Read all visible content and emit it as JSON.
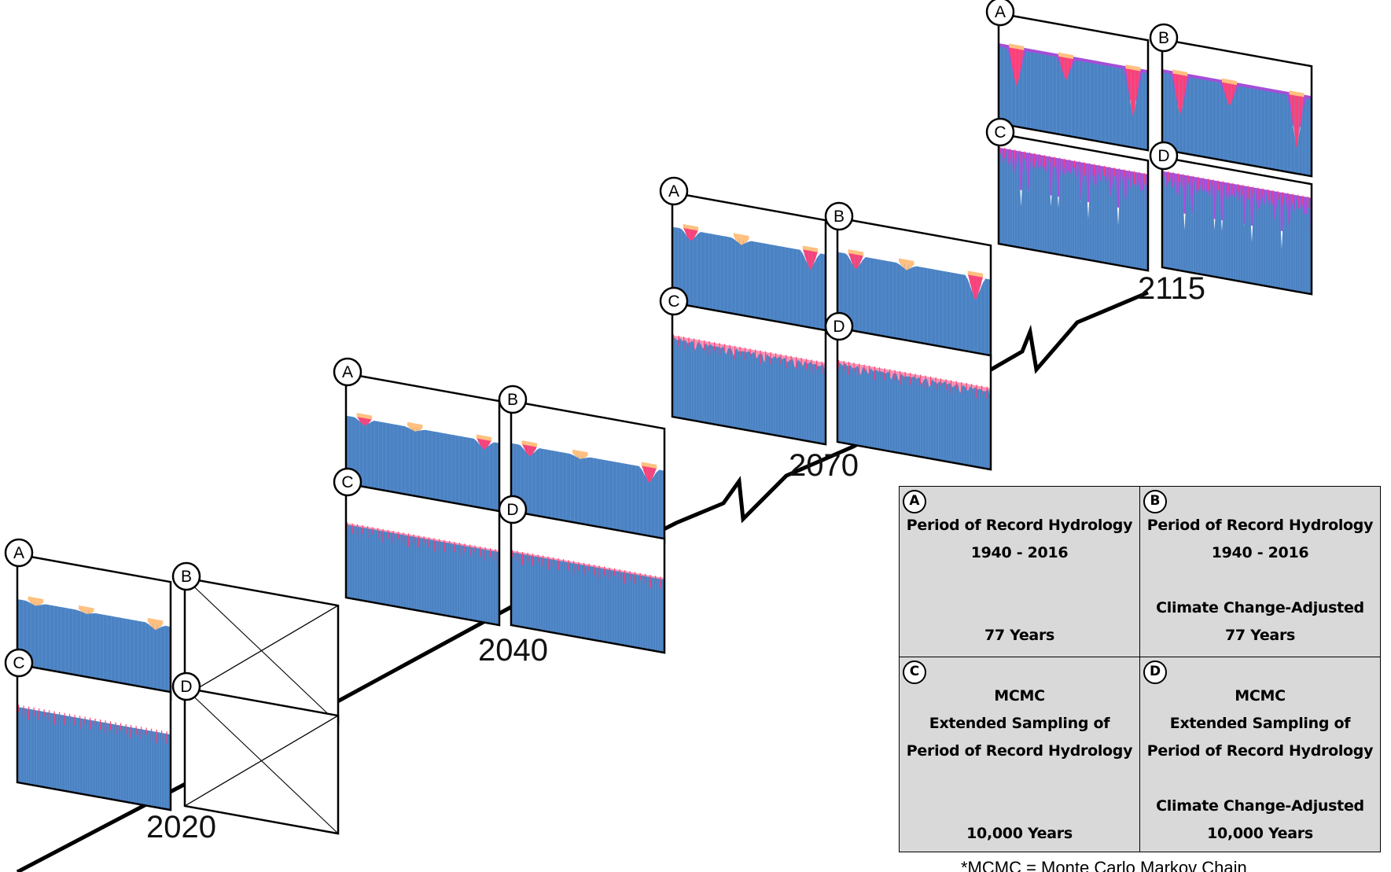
{
  "years": [
    "2020",
    "2040",
    "2070",
    "2115"
  ],
  "panel_letters": [
    "A",
    "B",
    "C",
    "D"
  ],
  "colors": {
    "water": "#4b82c3",
    "deficit_pink": "#ff3f78",
    "deficit_purple": "#a44ed8",
    "deficit_orange": "#ffc080",
    "axis": "#000000",
    "legend_bg": "#d9d9d9"
  },
  "legend": {
    "A": {
      "letter": "A",
      "lines": [
        "Period of Record Hydrology",
        "1940 - 2016",
        "",
        "",
        "77 Years"
      ]
    },
    "B": {
      "letter": "B",
      "lines": [
        "Period of Record Hydrology",
        "1940 - 2016",
        "",
        "Climate Change-Adjusted",
        "77 Years"
      ]
    },
    "C": {
      "letter": "C",
      "lines": [
        "MCMC",
        "Extended Sampling of",
        "Period of Record Hydrology",
        "",
        "",
        "10,000 Years"
      ]
    },
    "D": {
      "letter": "D",
      "lines": [
        "MCMC",
        "Extended Sampling of",
        "Period of Record Hydrology",
        "",
        "Climate Change-Adjusted",
        "10,000 Years"
      ]
    }
  },
  "footnote": "*MCMC = Monte Carlo Markov Chain"
}
